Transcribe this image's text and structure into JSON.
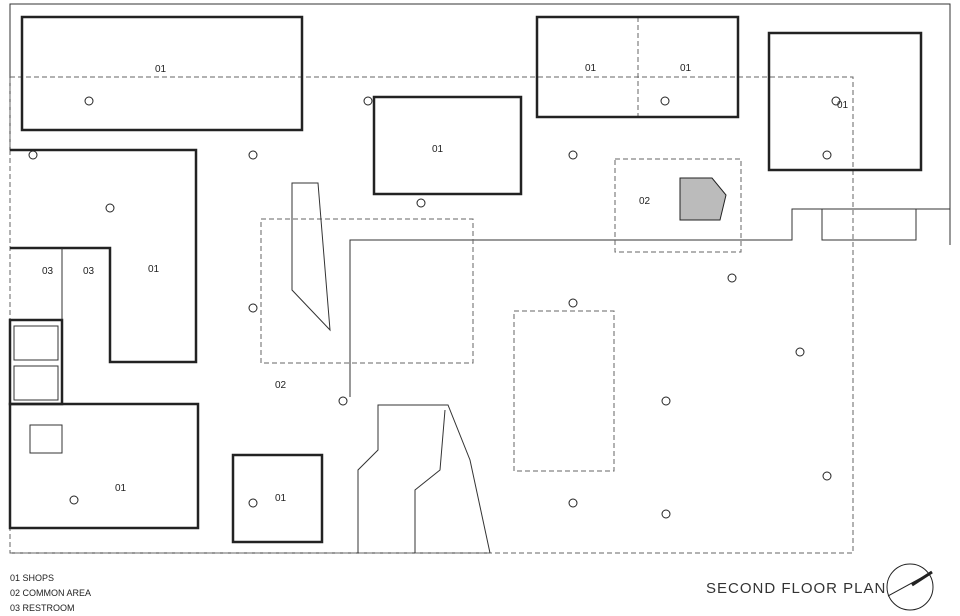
{
  "plan": {
    "title": "SECOND FLOOR PLAN",
    "legend": [
      {
        "code": "01",
        "name": "SHOPS"
      },
      {
        "code": "02",
        "name": "COMMON AREA"
      },
      {
        "code": "03",
        "name": "RESTROOM"
      }
    ],
    "room_tags": [
      "01",
      "01",
      "01",
      "01",
      "01",
      "01",
      "01",
      "01",
      "02",
      "02",
      "03",
      "03"
    ]
  }
}
